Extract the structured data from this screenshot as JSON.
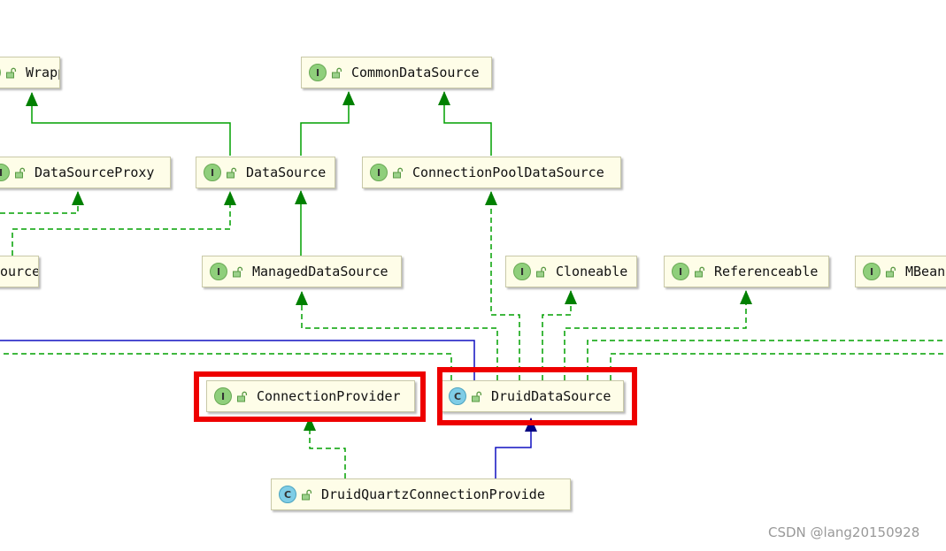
{
  "diagram": {
    "nodes": [
      {
        "id": "wrapper",
        "kind": "I",
        "label": "Wrapper"
      },
      {
        "id": "common-datasource",
        "kind": "I",
        "label": "CommonDataSource"
      },
      {
        "id": "datasource-proxy",
        "kind": "I",
        "label": "DataSourceProxy"
      },
      {
        "id": "datasource",
        "kind": "I",
        "label": "DataSource"
      },
      {
        "id": "connection-pool-datasource",
        "kind": "I",
        "label": "ConnectionPoolDataSource"
      },
      {
        "id": "source-partial",
        "kind": "I",
        "label": "ource"
      },
      {
        "id": "managed-datasource",
        "kind": "I",
        "label": "ManagedDataSource"
      },
      {
        "id": "cloneable",
        "kind": "I",
        "label": "Cloneable"
      },
      {
        "id": "referenceable",
        "kind": "I",
        "label": "Referenceable"
      },
      {
        "id": "mbean",
        "kind": "I",
        "label": "MBean"
      },
      {
        "id": "connection-provider",
        "kind": "I",
        "label": "ConnectionProvider"
      },
      {
        "id": "druid-datasource",
        "kind": "C",
        "label": "DruidDataSource"
      },
      {
        "id": "druid-quartz-connection-provider",
        "kind": "C",
        "label": "DruidQuartzConnectionProvide"
      }
    ],
    "badge_letters": {
      "I": "I",
      "C": "C"
    },
    "colors": {
      "implements": "#00a000",
      "arrowhead": "#008000",
      "extends": "#1010c0",
      "extends_arrowhead": "#000080",
      "highlight": "#ee0000",
      "node_fill": "#fefde8"
    },
    "highlighted": [
      "connection-provider",
      "druid-datasource"
    ]
  },
  "watermark": "CSDN @lang20150928"
}
